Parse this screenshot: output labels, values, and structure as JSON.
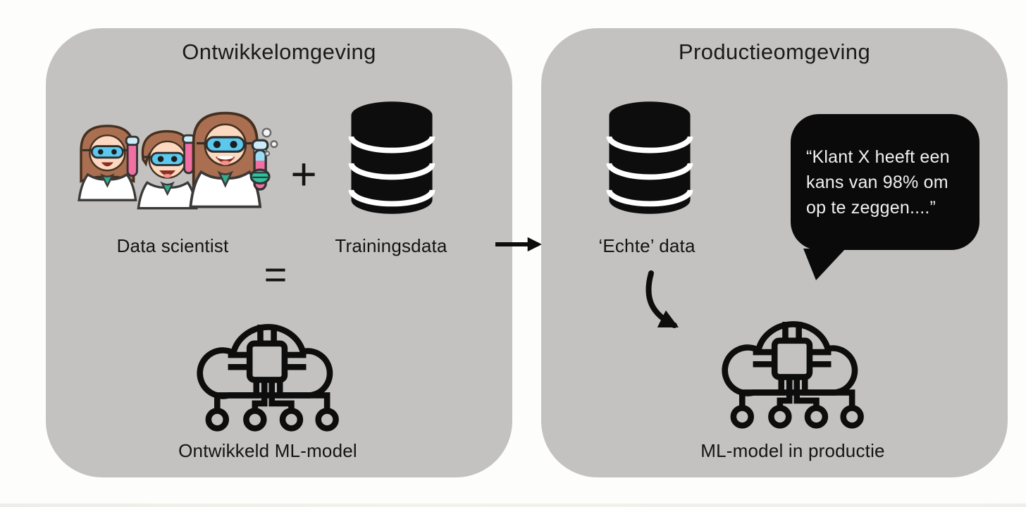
{
  "canvas": {
    "background": "#fdfdfc"
  },
  "colors": {
    "panel_bg": "#c3c2c1",
    "text": "#161616",
    "icon_black": "#0d0d0d",
    "bubble_bg": "#0a0a0a",
    "bubble_text": "#f1f1f1",
    "db_separator": "#ffffff",
    "goggles_blue": "#5bc8ee",
    "shirt_teal": "#35ad8c",
    "tube_pink": "#f26fa3",
    "hair_brown": "#a96f50"
  },
  "development_panel": {
    "title": "Ontwikkelomgeving",
    "scientists_label": "Data scientist",
    "plus_sign": "+",
    "training_data_label": "Trainingsdata",
    "equals_sign": "=",
    "model_label": "Ontwikkeld ML-model"
  },
  "production_panel": {
    "title": "Productieomgeving",
    "real_data_label": "‘Echte’ data",
    "speech_bubble_lines": [
      "“Klant X heeft een",
      "kans van 98% om",
      "op te zeggen....”"
    ],
    "model_label": "ML-model in productie"
  },
  "icons": {
    "scientists": "data-scientists-illustration",
    "database": "database-icon",
    "ml_cloud": "ml-cloud-chip-icon",
    "flow_arrow": "right-arrow-icon",
    "curved_arrow": "curved-down-arrow-icon",
    "speech_tail": "speech-bubble-tail-icon"
  }
}
